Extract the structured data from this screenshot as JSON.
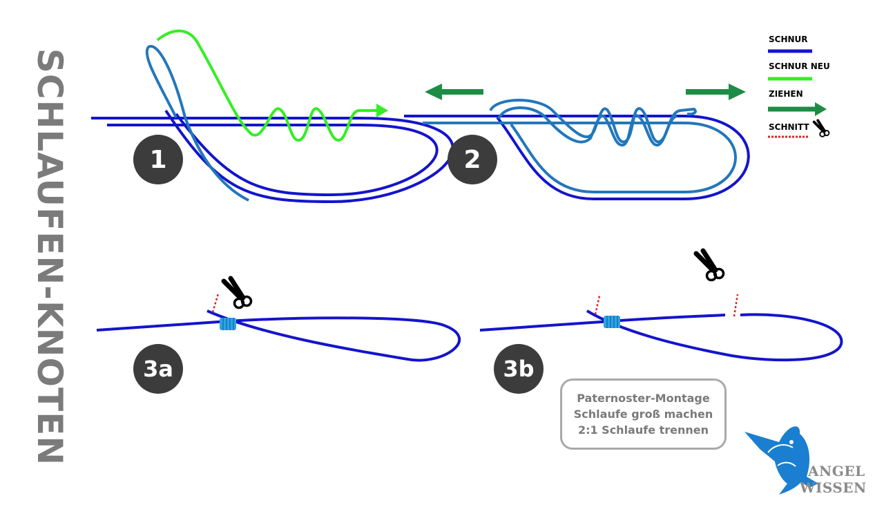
{
  "title": "SCHLAUFEN-KNOTEN",
  "steps": {
    "step1": "1",
    "step2": "2",
    "step3a": "3a",
    "step3b": "3b"
  },
  "legend": {
    "line": "SCHNUR",
    "line_new": "SCHNUR NEU",
    "pull": "ZIEHEN",
    "cut": "SCHNITT"
  },
  "note": {
    "line1": "Paternoster-Montage",
    "line2": "Schlaufe groß machen",
    "line3": "2:1 Schlaufe trennen"
  },
  "brand": {
    "line1": "ANGEL",
    "line2": "WISSEN"
  },
  "colors": {
    "line": "#1414cc",
    "line_new": "#33ee22",
    "wrapped": "#2277bb",
    "pull_arrow": "#1e8c45",
    "cut": "#dd2222",
    "badge": "#3c3c3c",
    "title": "#7b7b7b",
    "brand_blue": "#1a7fd0"
  },
  "icons": {
    "cut_legend": "scissors-icon",
    "cut_3a": "scissors-icon",
    "cut_3b": "scissors-icon",
    "logo": "marlin-fish-icon"
  }
}
